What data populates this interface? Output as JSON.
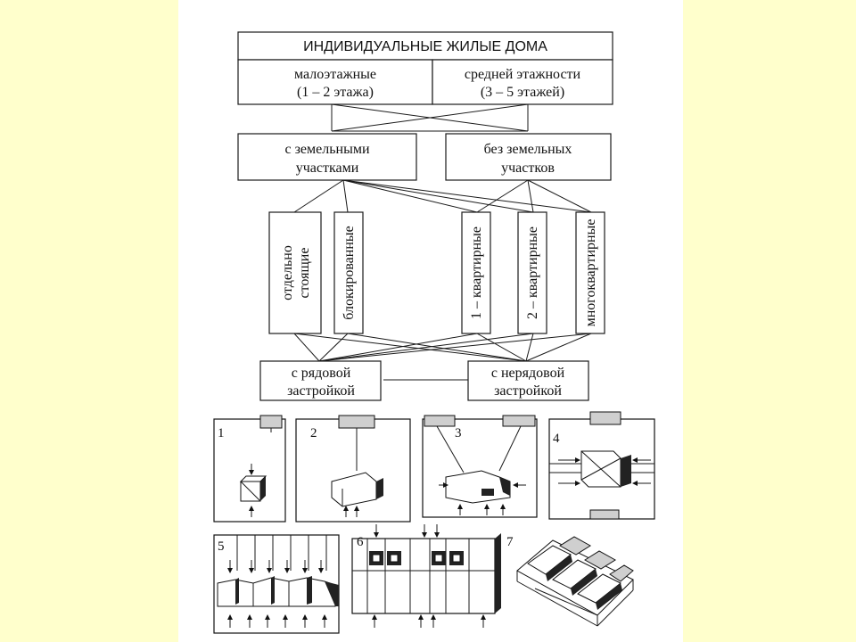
{
  "diagram": {
    "title": "ИНДИВИДУАЛЬНЫЕ ЖИЛЫЕ ДОМА",
    "storeys": [
      {
        "line1": "малоэтажные",
        "line2": "(1 – 2 этажа)"
      },
      {
        "line1": "средней этажности",
        "line2": "(3 – 5 этажей)"
      }
    ],
    "plots": [
      {
        "line1": "с земельными",
        "line2": "участками"
      },
      {
        "line1": "без земельных",
        "line2": "участков"
      }
    ],
    "types": [
      {
        "line1": "отдельно",
        "line2": "стоящие"
      },
      {
        "line1": "блокированные",
        "line2": ""
      },
      {
        "line1": "1 – квартирные",
        "line2": ""
      },
      {
        "line1": "2 – квартирные",
        "line2": ""
      },
      {
        "line1": "многоквартирные",
        "line2": ""
      }
    ],
    "placement": [
      {
        "line1": "с рядовой",
        "line2": "застройкой"
      },
      {
        "line1": "с нерядовой",
        "line2": "застройкой"
      }
    ]
  },
  "sketches": {
    "numbers": [
      "1",
      "2",
      "3",
      "4",
      "5",
      "6",
      "7"
    ]
  },
  "colors": {
    "background": "#ffffcc",
    "paper": "#ffffff",
    "ink": "#1a1a1a"
  }
}
